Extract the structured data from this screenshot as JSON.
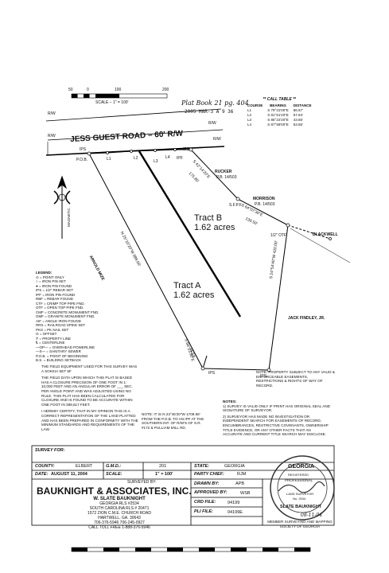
{
  "scale_bar": {
    "ticks": [
      "50",
      "0",
      "100",
      "200"
    ],
    "label": "SCALE – 1\" = 100'"
  },
  "handwritten_book_ref": "Plat Book 21 pg. 404",
  "stamp_text": "2005 HAR-3 A 9 36",
  "call_table": {
    "title": "** CALL TABLE **",
    "headers": [
      "COURSE",
      "BEARING",
      "DISTANCE"
    ],
    "rows": [
      [
        "L1",
        "S 79°31'00\"E",
        "86.67'"
      ],
      [
        "L2",
        "S 81°51'20\"E",
        "57.94'"
      ],
      [
        "L3",
        "S 86°22'20\"E",
        "43.65'"
      ],
      [
        "L4",
        "S 87°59'00\"E",
        "53.56'"
      ]
    ]
  },
  "road": {
    "name": "JESS GUEST ROAD – 60' R/W",
    "rw_left_top": "R/W",
    "rw_left_bottom": "R/W",
    "rw_right_top": "R/W",
    "rw_right_bottom": "R/W"
  },
  "points": {
    "ips": "IPS",
    "pob": "P.O.B.",
    "l1": "L1",
    "l2": "L2",
    "l3": "L3",
    "l4": "L4",
    "ipf": "IPF",
    "ips2": "IPS",
    "sfpf": "S.F.P.F.",
    "otf": "1/2\" OTF",
    "ips3": "IPS",
    "ips4": "IPS"
  },
  "lines": {
    "ne1": "S 42°14'20\"E",
    "ne1_len": "175.80'",
    "ne2": "S 64°07'30\"E",
    "ne2_len": "139.50'",
    "west": "N 25°10'20\"W  688.56'",
    "east": "S 24°54'40\"W  420.00'",
    "south": "S 66°23'50\"E",
    "south_len": "34.53'"
  },
  "owners": {
    "rucker": "RUCKER",
    "rucker_pb": "P.B. 14/503",
    "morrison": "MORRISON",
    "morrison_pb": "P.B. 14/503",
    "blackwell": "BLACKWELL",
    "arnold": "ARNOLD MIZE",
    "findley": "JACK FINDLEY, JR."
  },
  "tracts": {
    "b_name": "Tract B",
    "b_area": "1.62 acres",
    "a_name": "Tract A",
    "a_area": "1.62 acres"
  },
  "north": "MAGNETIC",
  "legend": {
    "title": "LEGEND:",
    "items": [
      "⊙ = POINT ONLY",
      "○ = IRON PIN SET",
      "● = IRON PIN FOUND",
      "IPS = 1/2\" REBAR SET",
      "IPF = IRON PIN FOUND",
      "RBF = REBAR FOUND",
      "CTF = CRIMP TOP PIPE FND.",
      "OTF = OPEN TOP PIPE FND.",
      "CMF = CONCRETE MONUMENT FND.",
      "GMF = GRANITE MONUMENT FND.",
      "AIF = ANGLE IRON FOUND",
      "RRS = RAILROAD SPIKE SET",
      "PKS = PK NAIL SET",
      "O = OFFSET",
      "ℙ = PROPERTY LINE",
      "℄ = CENTERLINE",
      "—OP— = OVERHEAD POWERLINE",
      "—S— = SANITARY SEWER",
      "P.O.B. = POINT OF BEGINNING",
      "B.S. = BUILDING SETBACK"
    ]
  },
  "certs": {
    "equipment": "THE FIELD EQUIPMENT USED FOR THIS SURVEY WAS A SOKKIA SET 5F",
    "precision": "THE FIELD DATA UPON WHICH THIS PLAT IS BASED HAS A CLOSURE PRECISION OF ONE FOOT IN 1: 10,000 FEET AND AN ANGULAR ERROR OF ___ SEC. PER ANGLE POINT AND WAS ADJUSTED USING NO RULE. THIS PLAT HAS BEEN CALCULATED FOR CLOSURE AND IS FOUND TO BE ACCURATE WITHIN ONE FOOT IN 389,617 FEET.",
    "certify": "I HEREBY CERTIFY, THAT IN MY OPINION THIS IS A CORRECT REPRESENTATION OF THE LAND PLATTED AND HAS BEEN PREPARED IN CONFORMITY WITH THE MINIMUM STANDARDS AND REQUIREMENTS OF THE LAW."
  },
  "note_pob": "NOTE: IT IS N 23°45'20\"W 1709.58' FROM THE P.O.B. TO AN IPF AT THE SOUTHERN INT. OF R/W'S OF S.R. #172 & PULLIAM MILL RD.",
  "note_subject": "NOTE: PROPERTY SUBJECT TO ANY VALID & ENFORCEABLE EASEMENTS, RESTRICTIONS & RIGHTS OF WAY OF RECORD.",
  "notes": {
    "title": "NOTES:",
    "items": [
      "1) SURVEY IS VALID ONLY IF PRINT HAS ORIGINAL SEAL AND SIGNATURE OF SURVEYOR.",
      "2) SURVEYOR HAS MADE NO INVESTIGATION OR INDEPENDENT SEARCH FOR EASEMENTS OF RECORD, ENCUMBRANCES, RESTRICTIVE COVENANTS, OWNERSHIP TITLE EVIDENCE, OR ANY OTHER FACTS THAT AN ACCURATE AND CURRENT TITLE SEARCH MAY DISCLOSE."
    ]
  },
  "title_block": {
    "survey_for_lbl": "SURVEY FOR:",
    "county_lbl": "COUNTY:",
    "county": "ELBERT",
    "gmd_lbl": "G.M.D.:",
    "gmd": "201",
    "state_lbl": "STATE:",
    "state": "GEORGIA",
    "date_lbl": "DATE:",
    "date": "AUGUST 11, 2004",
    "scale_lbl": "SCALE:",
    "scale": "1\" = 100'",
    "party_lbl": "PARTY CHIEF:",
    "party": "RJM",
    "surveyed_by": "SURVEYED BY:",
    "company": "BAUKNIGHT & ASSOCIATES, INC.",
    "surveyor": "W. SLATE BAUKNIGHT",
    "rls": "GEORGIA RLS #2534",
    "sc_rls": "SOUTH CAROLINA RLS # 20471",
    "address": "1572 ZION C.M.E. CHURCH ROAD",
    "city": "HARTWELL, GA. 30643",
    "phones": "706-376-5946     706-245-0927",
    "tollfree": "CALL TOLL FREE     1-888-376-5946",
    "drawn_lbl": "DRAWN BY:",
    "drawn": "APB",
    "approved_lbl": "APPROVED BY:",
    "approved": "WSB",
    "crd_lbl": "CRD FILE:",
    "crd": "04199",
    "pli_lbl": "PLI FILE:",
    "pli": "04199E",
    "member": "MEMBER SURVEYING AND MAPPING SOCIETY OF GEORGIA"
  },
  "seal": {
    "top": "GEORGIA",
    "mid1": "REGISTERED",
    "mid2": "PROFESSIONAL",
    "mid3": "LAND SURVEYOR",
    "num": "No. 2534",
    "bottom": "SLATE BAUKNIGHT",
    "date": "08-11-04"
  }
}
